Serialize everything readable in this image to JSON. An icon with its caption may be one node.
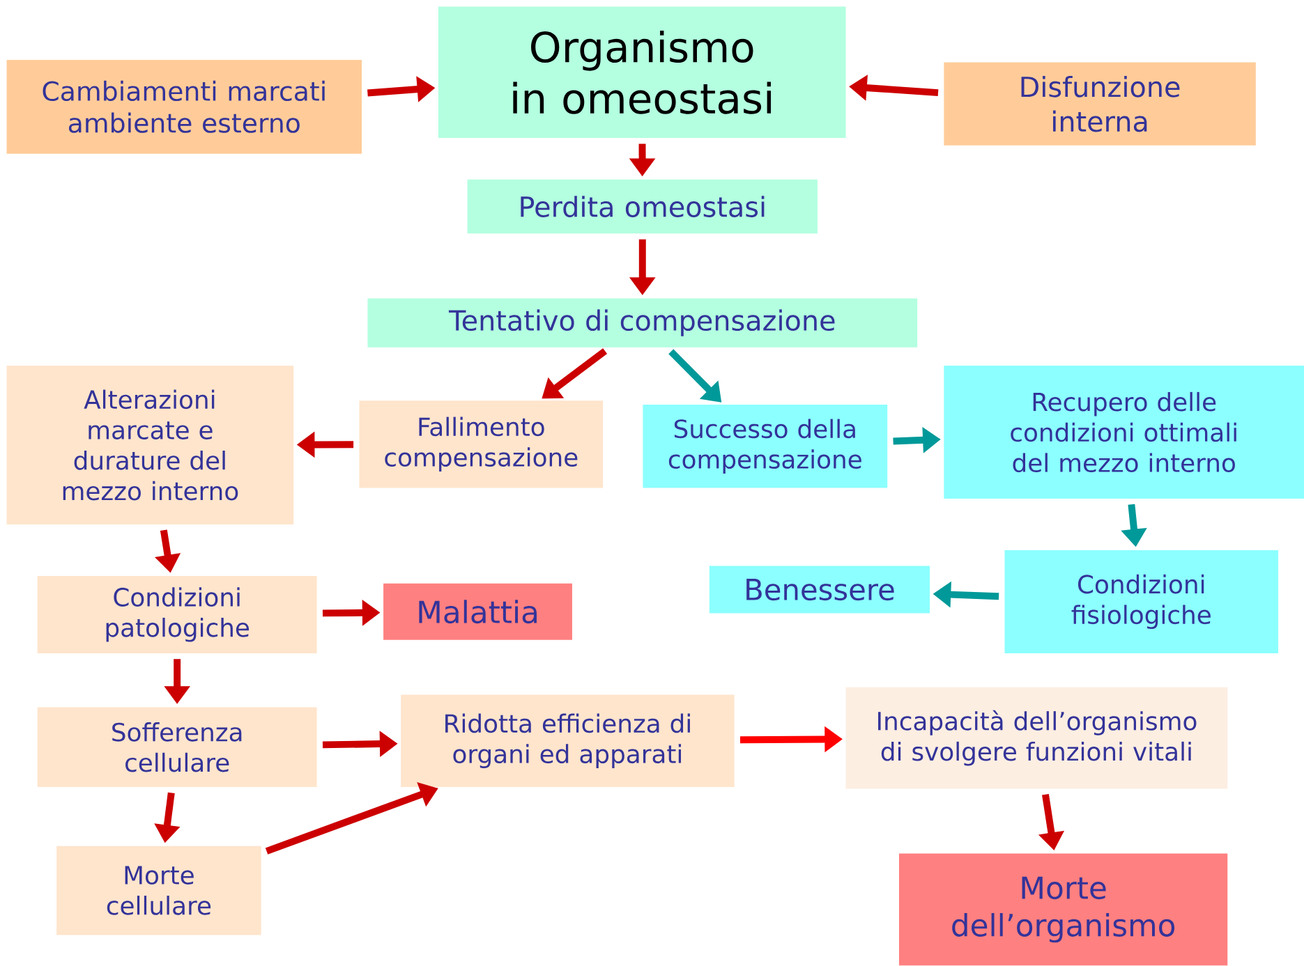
{
  "diagram": {
    "nodes": [
      {
        "text": [
          "Organismo in omeostasi"
        ]
      },
      {
        "text": [
          "Cambiamenti marcati ambiente esterno"
        ]
      },
      {
        "text": [
          "Disfunzione interna"
        ]
      },
      {
        "text": [
          "Perdita omeostasi"
        ]
      },
      {
        "text": [
          "Tentativo di compensazione"
        ]
      },
      {
        "text": [
          "Alterazioni marcate e durature del mezzo interno"
        ]
      },
      {
        "text": [
          "Fallimento compensazione"
        ]
      },
      {
        "text": [
          "Successo della compensazione"
        ]
      },
      {
        "text": [
          "Recupero delle condizioni ottimali del mezzo interno"
        ]
      },
      {
        "text": [
          "Condizioni patologiche"
        ]
      },
      {
        "text": [
          "Malattia"
        ]
      },
      {
        "text": [
          "Benessere"
        ]
      },
      {
        "text": [
          "Condizioni fisiologiche"
        ]
      },
      {
        "text": [
          "Sofferenza cellulare"
        ]
      },
      {
        "text": [
          "Ridotta efficienza di organi ed apparati"
        ]
      },
      {
        "text": [
          "Incapacità dell’organismo di svolgere funzioni vitali"
        ]
      },
      {
        "text": [
          "Morte cellulare"
        ]
      },
      {
        "text": [
          "Morte dell’organismo"
        ]
      }
    ],
    "edges": [
      {
        "from": 1,
        "to": 0,
        "arrow": "to"
      },
      {
        "from": 2,
        "to": 0,
        "arrow": "to"
      },
      {
        "from": 0,
        "to": 3,
        "arrow": "to"
      },
      {
        "from": 3,
        "to": 4,
        "arrow": "to"
      },
      {
        "from": 4,
        "to": 6,
        "arrow": "to"
      },
      {
        "from": 4,
        "to": 7,
        "arrow": "to",
        "color": "#009999"
      },
      {
        "from": 6,
        "to": 5,
        "arrow": "to"
      },
      {
        "from": 7,
        "to": 8,
        "arrow": "to",
        "color": "#009999"
      },
      {
        "from": 8,
        "to": 12,
        "arrow": "to",
        "color": "#009999"
      },
      {
        "from": 12,
        "to": 11,
        "arrow": "to",
        "color": "#009999"
      },
      {
        "from": 5,
        "to": 9,
        "arrow": "to"
      },
      {
        "from": 9,
        "to": 10,
        "arrow": "to"
      },
      {
        "from": 9,
        "to": 13,
        "arrow": "to"
      },
      {
        "from": 13,
        "to": 14,
        "arrow": "to"
      },
      {
        "from": 13,
        "to": 16,
        "arrow": "to"
      },
      {
        "from": 16,
        "to": 14,
        "arrow": "to"
      },
      {
        "from": 14,
        "to": 15,
        "arrow": "to",
        "color": "#ff0000"
      },
      {
        "from": 15,
        "to": 17,
        "arrow": "to"
      }
    ]
  }
}
